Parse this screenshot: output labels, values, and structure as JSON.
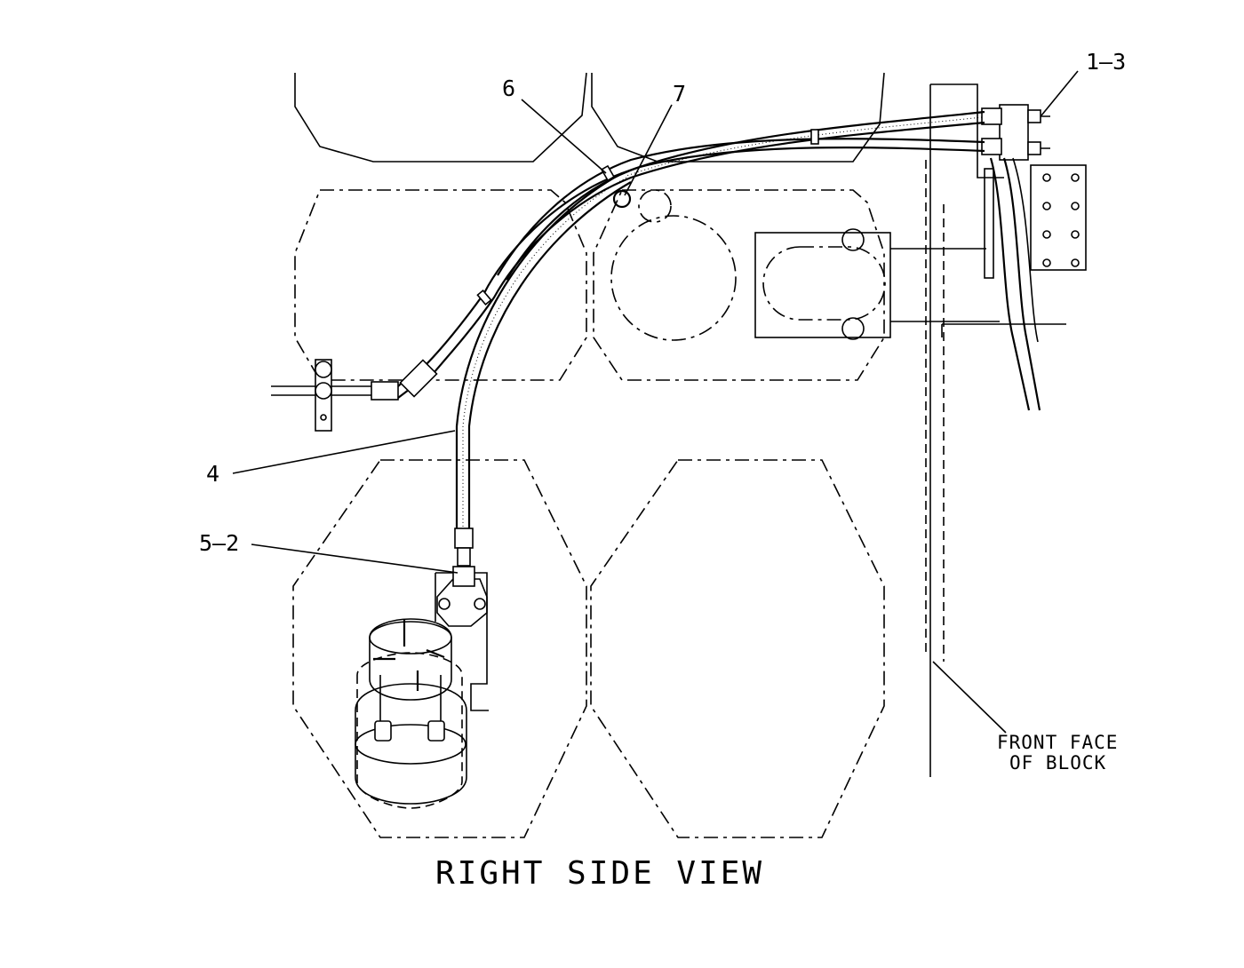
{
  "diagram": {
    "view_title": "RIGHT SIDE VIEW",
    "callouts": {
      "c1_3": "1–3",
      "c4": "4",
      "c5_2": "5–2",
      "c6": "6",
      "c7": "7"
    },
    "note": {
      "line1": "FRONT FACE",
      "line2": "OF BLOCK"
    }
  }
}
